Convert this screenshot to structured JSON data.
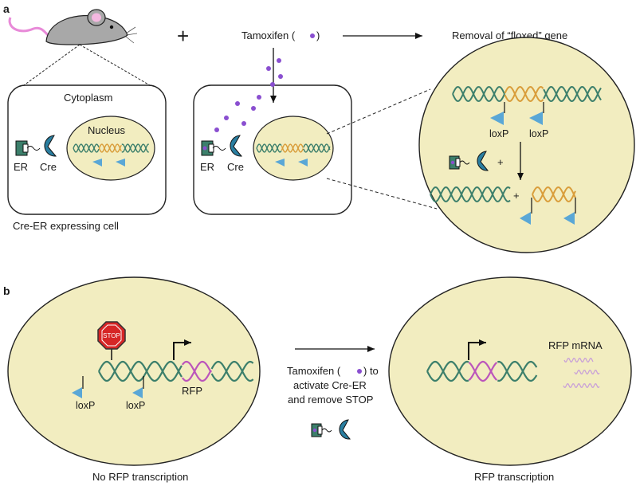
{
  "panel_a": {
    "letter": "a",
    "plus": "+",
    "tamoxifen": "Tamoxifen (",
    "tamoxifen_close": ")",
    "removal": "Removal of “floxed” gene",
    "cytoplasm": "Cytoplasm",
    "nucleus": "Nucleus",
    "er": "ER",
    "cre": "Cre",
    "er2": "ER",
    "cre2": "Cre",
    "caption": "Cre-ER expressing cell",
    "loxp_left": "loxP",
    "loxp_right": "loxP",
    "plus_zoom_1": "+",
    "plus_zoom_2": "+"
  },
  "panel_b": {
    "letter": "b",
    "stop": "STOP",
    "loxp_left": "loxP",
    "loxp_right": "loxP",
    "rfp": "RFP",
    "arrow_text_1a": "Tamoxifen (",
    "arrow_text_1b": ") to",
    "arrow_text_2": "activate Cre-ER",
    "arrow_text_3": "and remove STOP",
    "rfp_mrna": "RFP mRNA",
    "caption_left": "No RFP transcription",
    "caption_right": "RFP transcription"
  },
  "colors": {
    "nucleus_fill": "#f2edc0",
    "dna_green": "#3c7f6b",
    "dna_orange": "#d99d3a",
    "dna_pink": "#bb55bb",
    "cre_blue": "#2a7ea0",
    "loxp_blue": "#5aa7d6",
    "tamoxifen_purple": "#8a4fd0",
    "stop_red": "#d62626",
    "mouse_gray": "#a9a9a9"
  },
  "icons": [
    "mouse-icon",
    "er-receptor-icon",
    "cre-enzyme-icon",
    "loxp-site-icon",
    "tamoxifen-dot-icon",
    "stop-sign-icon",
    "promoter-arrow-icon"
  ]
}
